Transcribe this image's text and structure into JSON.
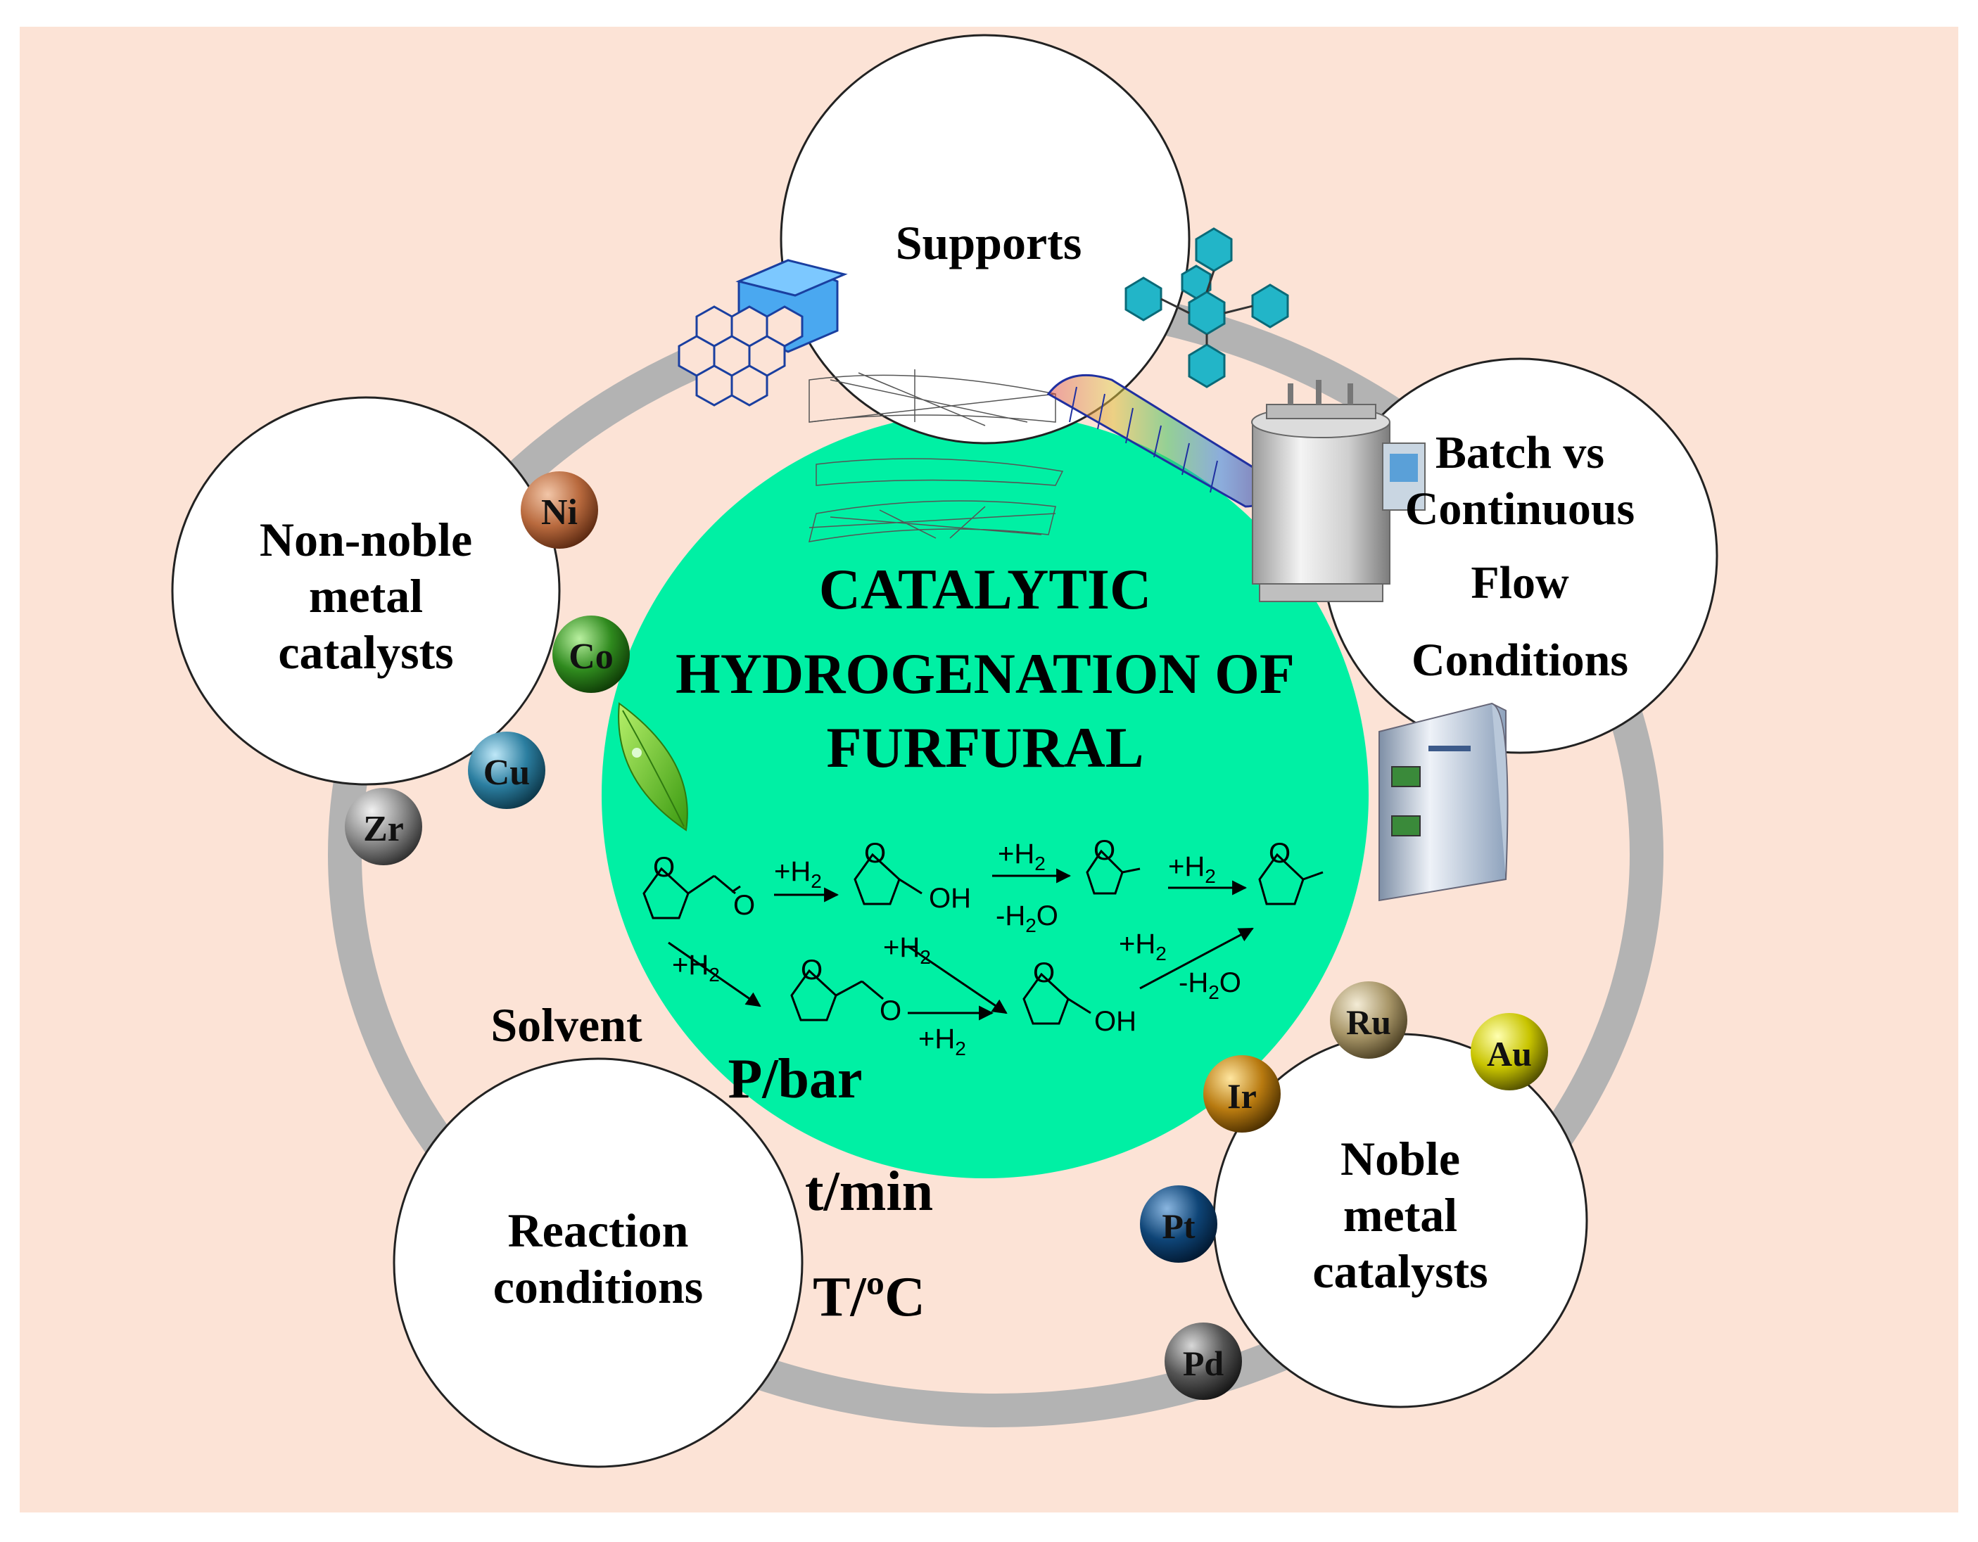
{
  "title_lines": [
    "CATALYTIC",
    "HYDROGENATION OF",
    "FURFURAL"
  ],
  "supports": {
    "label": "Supports"
  },
  "batch": {
    "lines": [
      "Batch vs",
      "Continuous",
      "Flow",
      "Conditions"
    ]
  },
  "non_noble": {
    "lines": [
      "Non-noble",
      "metal",
      "catalysts"
    ],
    "metals": [
      "Ni",
      "Co",
      "Cu",
      "Zr"
    ]
  },
  "noble": {
    "lines": [
      "Noble",
      "metal",
      "catalysts"
    ],
    "metals": [
      "Ru",
      "Au",
      "Ir",
      "Pt",
      "Pd"
    ]
  },
  "reaction": {
    "lines": [
      "Reaction",
      "conditions"
    ]
  },
  "condition_params": {
    "solvent": "Solvent",
    "pressure": "P/bar",
    "time": "t/min",
    "temperature": "T/ºC"
  },
  "scheme": {
    "oh": "OH",
    "plus_h2": "+H",
    "minus_h2o": "-H",
    "h2_sub": "2",
    "o_tail": "O"
  },
  "colors": {
    "background": "#fce3d6",
    "ring": "#b3b3b3",
    "center": "#00f0a4",
    "ni": "#c06a3e",
    "co": "#2d7a1c",
    "cu": "#2b7ea0",
    "zr": "#7b7b7b",
    "ru": "#a89668",
    "au": "#c8c800",
    "ir": "#b37a10",
    "pt": "#0a3e6e",
    "pd": "#505050"
  }
}
